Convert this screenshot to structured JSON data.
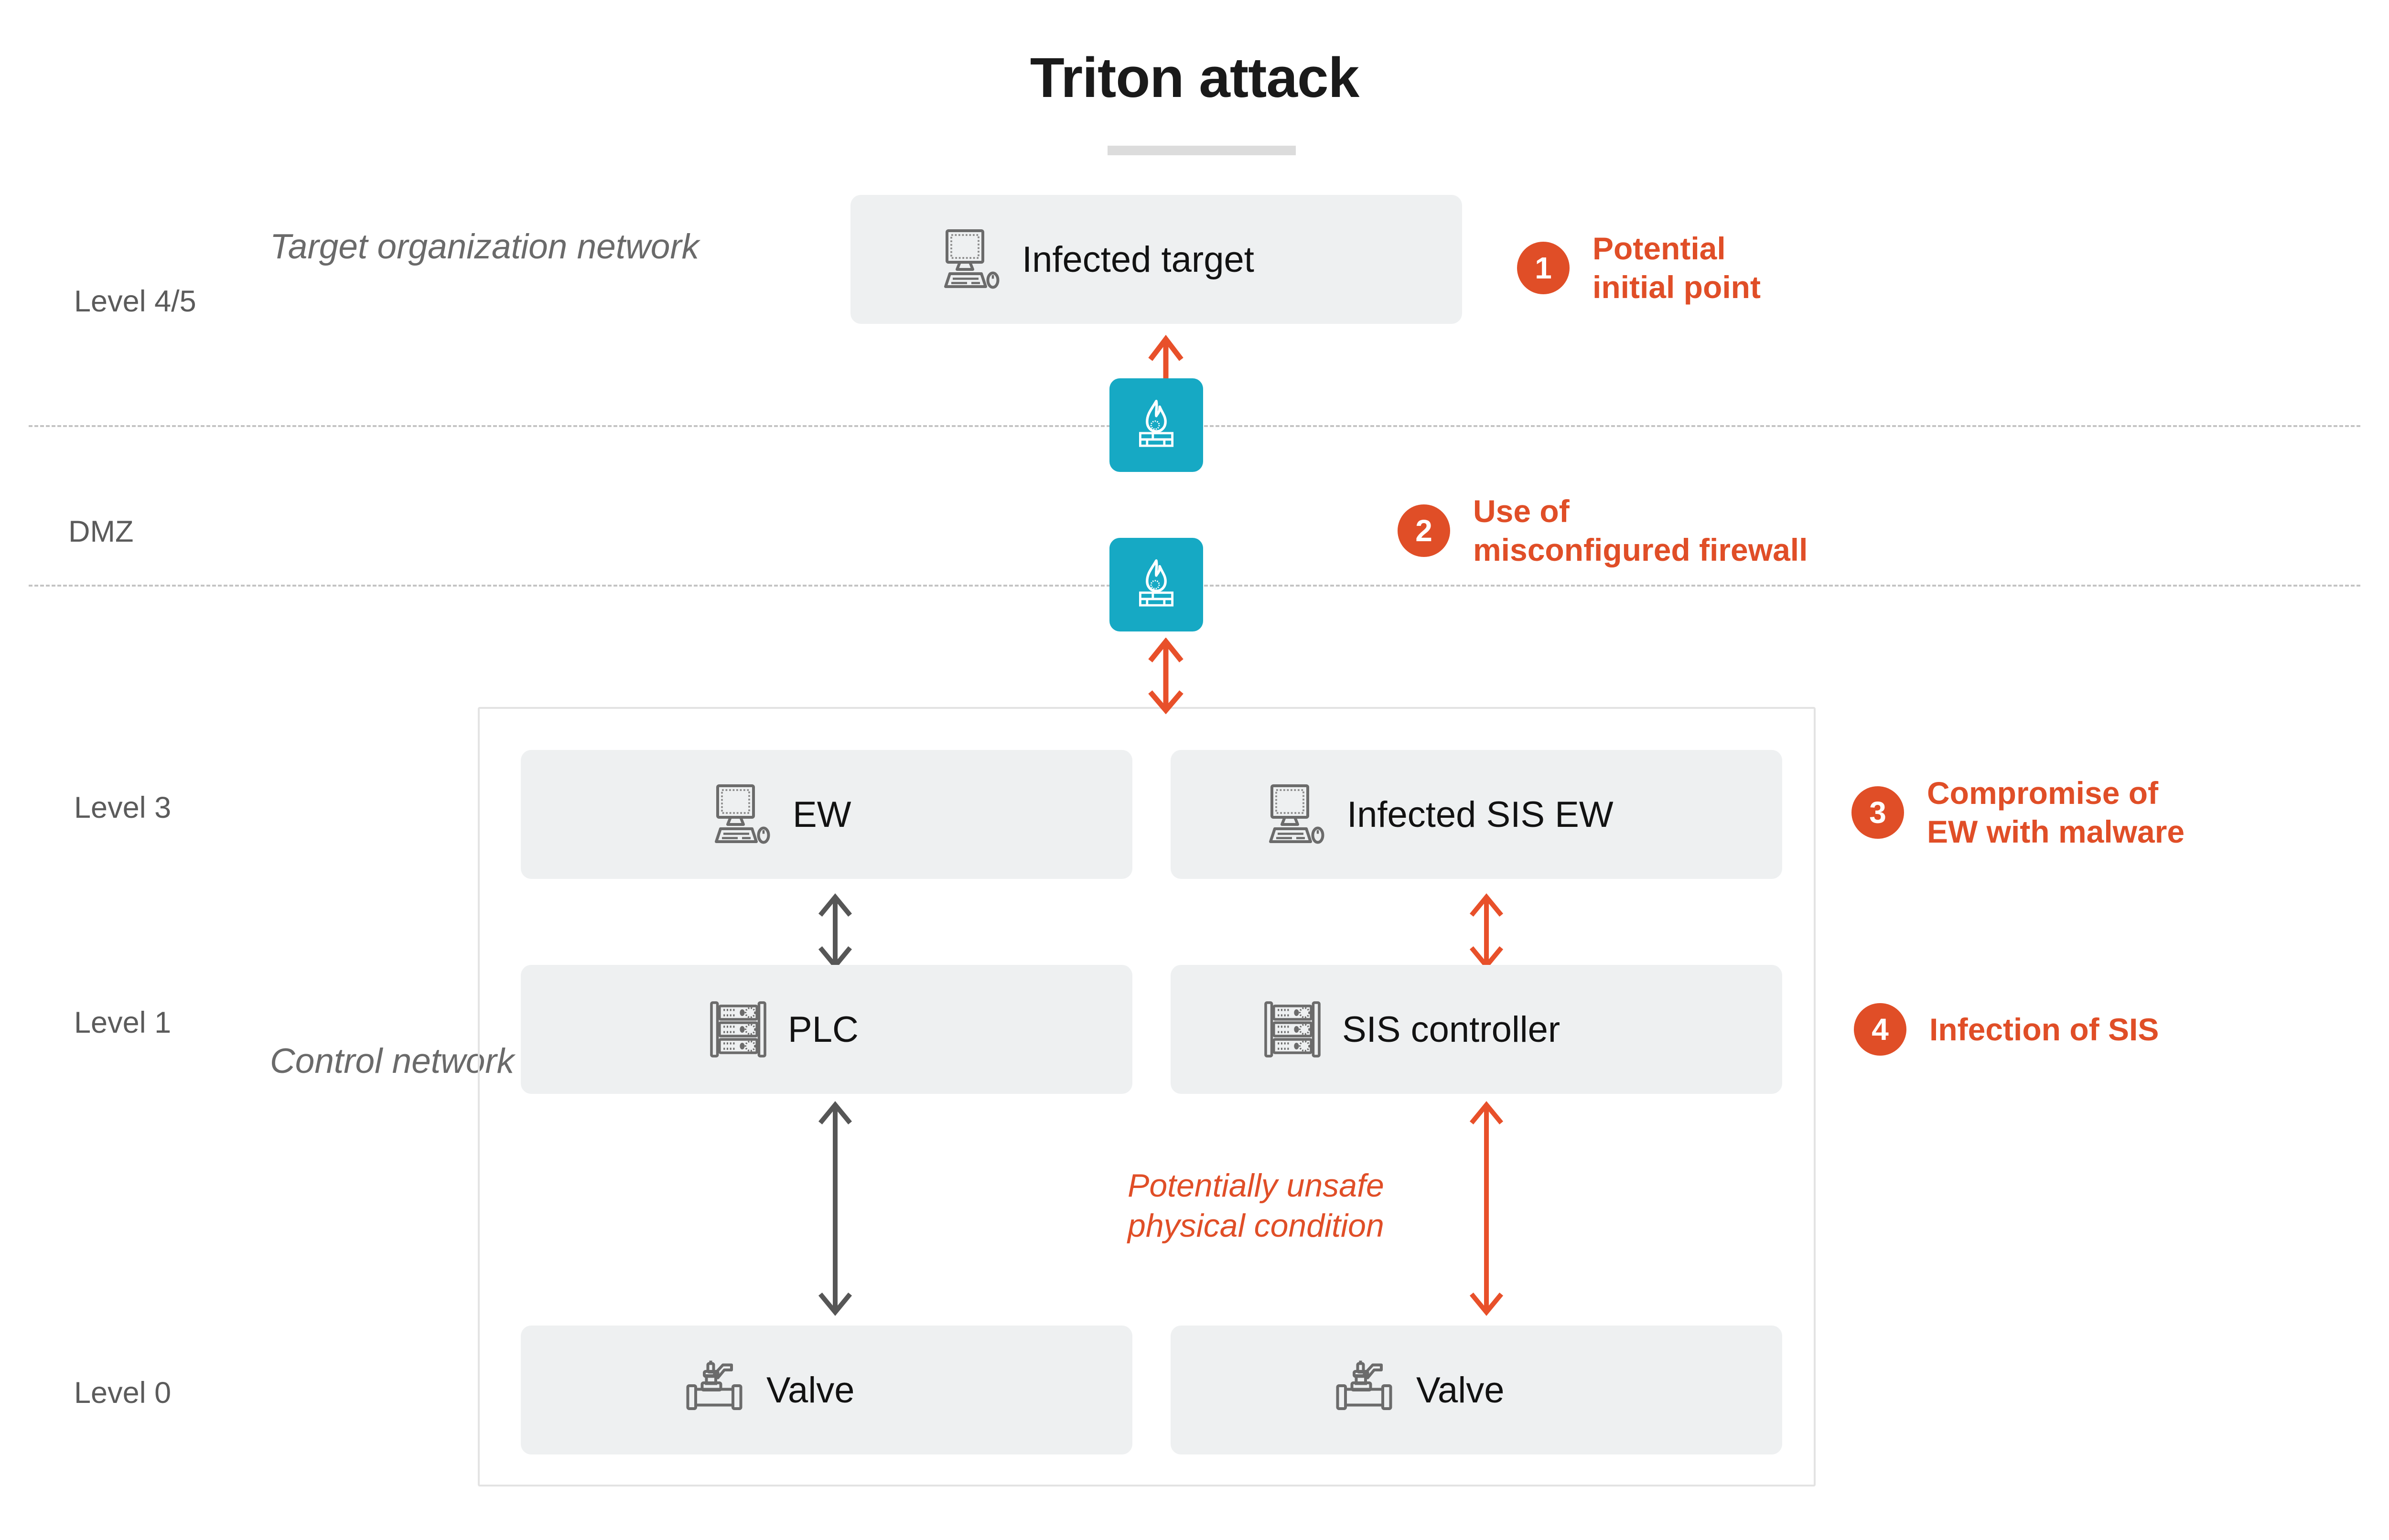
{
  "title": "Triton attack",
  "zones": [
    {
      "level_label": "Level 4/5",
      "network_label": "Target\norganization\nnetwork"
    },
    {
      "level_label": "DMZ",
      "network_label": ""
    },
    {
      "level_label": "Level 3",
      "network_label": ""
    },
    {
      "level_label": "Level 1",
      "network_label": "Control\nnetwork"
    },
    {
      "level_label": "Level 0",
      "network_label": ""
    }
  ],
  "nodes": {
    "infected_target": {
      "label": "Infected target",
      "icon": "desktop-computer-icon"
    },
    "firewall_top": {
      "icon": "firewall-icon"
    },
    "firewall_bottom": {
      "icon": "firewall-icon"
    },
    "ew": {
      "label": "EW",
      "icon": "desktop-computer-icon"
    },
    "infected_sis_ew": {
      "label": "Infected SIS EW",
      "icon": "desktop-computer-icon"
    },
    "plc": {
      "label": "PLC",
      "icon": "server-rack-icon"
    },
    "sis_controller": {
      "label": "SIS controller",
      "icon": "server-rack-icon"
    },
    "valve_left": {
      "label": "Valve",
      "icon": "valve-icon"
    },
    "valve_right": {
      "label": "Valve",
      "icon": "valve-icon"
    }
  },
  "steps": [
    {
      "number": "1",
      "text": "Potential\ninitial point"
    },
    {
      "number": "2",
      "text": "Use of\nmisconfigured firewall"
    },
    {
      "number": "3",
      "text": "Compromise of\nEW with malware"
    },
    {
      "number": "4",
      "text": "Infection of SIS"
    }
  ],
  "annotations": {
    "unsafe_condition": "Potentially unsafe\nphysical condition"
  },
  "colors": {
    "accent_orange": "#e04e27",
    "firewall_teal": "#16a9c4",
    "node_background": "#eef0f1",
    "label_gray": "#5b5b5b",
    "arrow_gray": "#565656",
    "divider_gray": "#c4c4c4"
  }
}
